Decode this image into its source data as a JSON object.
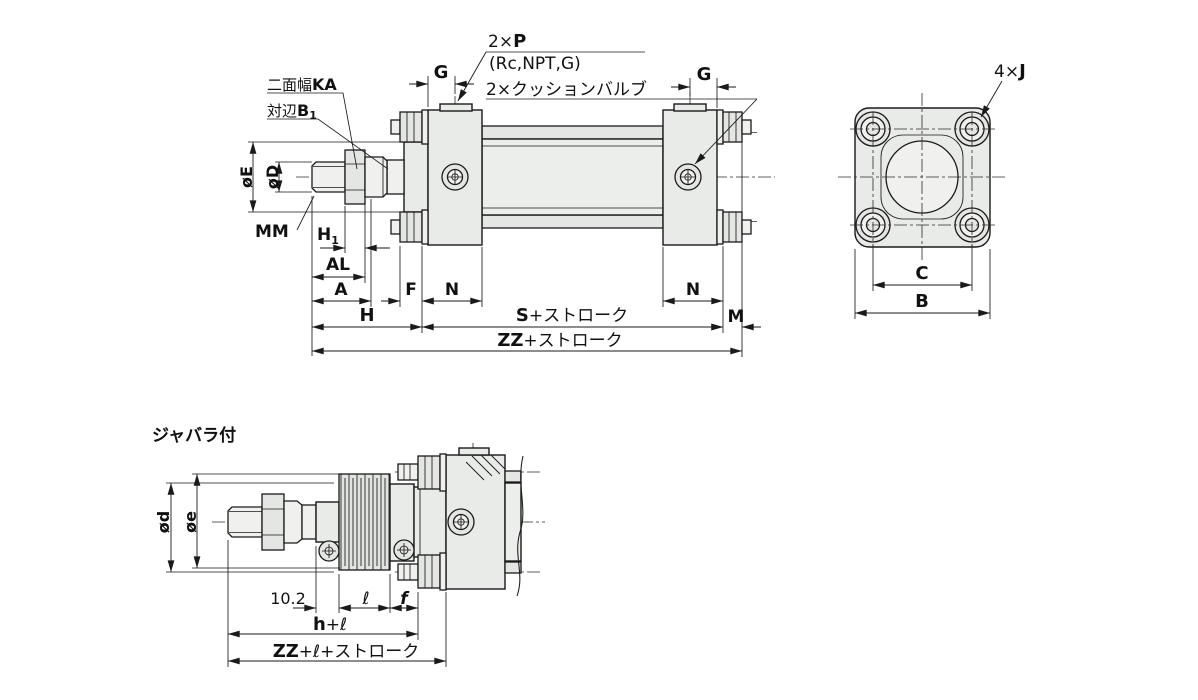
{
  "side_view": {
    "callout_flats": {
      "label": "二面幅",
      "code": "KA"
    },
    "callout_across": {
      "label": "対辺",
      "code": "B",
      "sub": "1"
    },
    "callout_port": {
      "qty": "2×",
      "code": "P",
      "threads": "(Rc,NPT,G)"
    },
    "callout_cushion": "2×クッションバルブ",
    "dim_g_left": "G",
    "dim_g_right": "G",
    "dim_dia_e": "øE",
    "dim_dia_d": "øD",
    "dim_mm": "MM",
    "dim_h1": {
      "code": "H",
      "sub": "1"
    },
    "dim_al": "AL",
    "dim_a": "A",
    "dim_f": "F",
    "dim_n_left": "N",
    "dim_h": "H",
    "dim_s": {
      "code": "S",
      "suffix": "+ストローク"
    },
    "dim_n_right": "N",
    "dim_m": "M",
    "dim_zz": {
      "code": "ZZ",
      "suffix": "+ストローク"
    }
  },
  "end_view": {
    "callout_bolts": {
      "qty": "4×",
      "code": "J"
    },
    "dim_c": "C",
    "dim_b": "B"
  },
  "bellows_view": {
    "title": "ジャバラ付",
    "dim_dia_d": "ød",
    "dim_dia_e": "øe",
    "dim_offset": "10.2",
    "dim_l": "ℓ",
    "dim_f": "f",
    "dim_hl": {
      "code": "h",
      "suffix": "+ℓ"
    },
    "dim_zz": {
      "code": "ZZ",
      "suffix": "+ℓ+ストローク"
    }
  }
}
